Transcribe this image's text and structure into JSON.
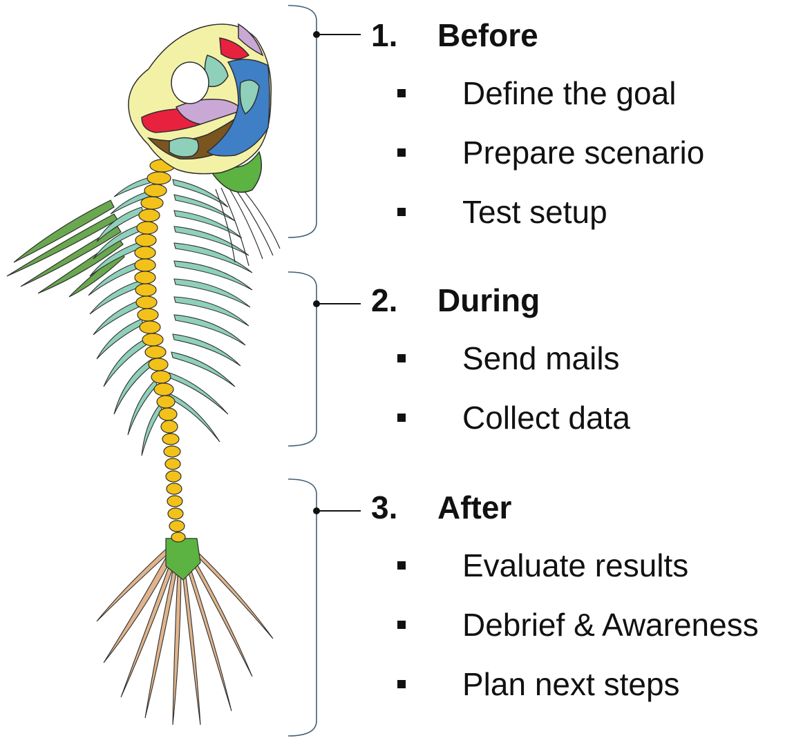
{
  "phases": [
    {
      "number": "1.",
      "title": "Before",
      "items": [
        "Define the goal",
        "Prepare scenario",
        "Test setup"
      ]
    },
    {
      "number": "2.",
      "title": "During",
      "items": [
        "Send mails",
        "Collect data"
      ]
    },
    {
      "number": "3.",
      "title": "After",
      "items": [
        "Evaluate results",
        "Debrief & Awareness",
        "Plan next steps"
      ]
    }
  ],
  "colors": {
    "text": "#111111",
    "bracket": "#3f5f78",
    "spine": "#f2c21a",
    "tail_fin": "#5cb342",
    "fin_rays_green": "#6aa84f",
    "fin_rays_tan": "#e0b48c",
    "skull_cream": "#f3f1a6",
    "skull_red": "#e8213f",
    "skull_blue": "#3f7fc6",
    "skull_teal": "#8fd0bb",
    "skull_purple": "#c9a8d6",
    "skull_brown": "#7a5520"
  }
}
